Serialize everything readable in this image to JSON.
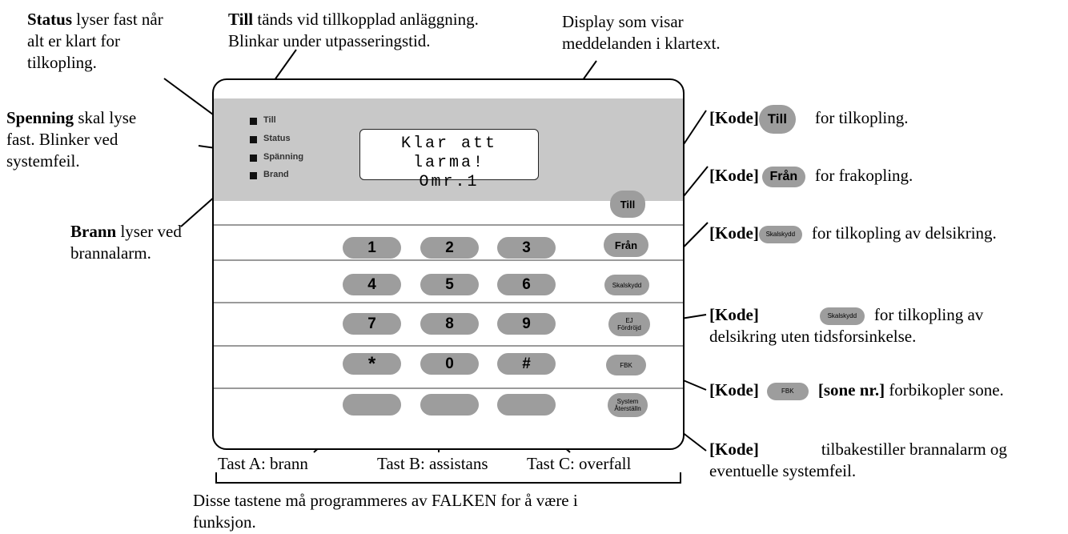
{
  "panel": {
    "leds": [
      "Till",
      "Status",
      "Spänning",
      "Brand"
    ],
    "display": {
      "line1": "Klar att larma!",
      "line2": "Omr.1"
    },
    "keypad": {
      "rows": [
        [
          "1",
          "2",
          "3"
        ],
        [
          "4",
          "5",
          "6"
        ],
        [
          "7",
          "8",
          "9"
        ],
        [
          "*",
          "0",
          "#"
        ],
        [
          "",
          "",
          ""
        ]
      ]
    },
    "function_keys": {
      "till": "Till",
      "fran": "Från",
      "skalskydd": "Skalskydd",
      "ej_fordrojd_1": "EJ",
      "ej_fordrojd_2": "Fördröjd",
      "fbk": "FBK",
      "system_1": "System",
      "system_2": "Återställn"
    }
  },
  "left_annotations": {
    "status": {
      "bold": "Status",
      "line1": " lyser  fast når",
      "line2": "alt er klart for",
      "line3": "tilkopling."
    },
    "spenning": {
      "bold": "Spenning",
      "line1": " skal lyse",
      "line2": "fast. Blinker ved",
      "line3": "systemfeil."
    },
    "brann": {
      "bold": "Brann",
      "line1": " lyser ved",
      "line2": "brannalarm."
    }
  },
  "top_annotations": {
    "till": {
      "bold": "Till",
      "line1": " tänds vid tillkopplad anläggning.",
      "line2": "Blinkar under utpasseringstid."
    },
    "display": {
      "line1": "Display som visar",
      "line2": "meddelanden i klartext."
    }
  },
  "right_annotations": {
    "kode": "[Kode]",
    "till_key": "Till",
    "till_text": "for tilkopling.",
    "fran_key": "Från",
    "fran_text": "for frakopling.",
    "skalskydd_key": "Skalskydd",
    "skalskydd_text": "for tilkopling av delsikring.",
    "ej_key": "Skalskydd",
    "ej_text1": "for tilkopling av",
    "ej_text2": "delsikring uten tidsforsinkelse.",
    "fbk_key": "FBK",
    "fbk_sone": "[sone nr.]",
    "fbk_text": "forbikopler sone.",
    "system_text1": "tilbakestiller brannalarm og",
    "system_text2": "eventuelle systemfeil."
  },
  "bottom_annotations": {
    "tast_a": "Tast A: brann",
    "tast_b": "Tast  B:  assistans",
    "tast_c": "Tast C: overfall",
    "note1": "Disse tastene må programmeres av FALKEN for å være i",
    "note2": "funksjon."
  }
}
